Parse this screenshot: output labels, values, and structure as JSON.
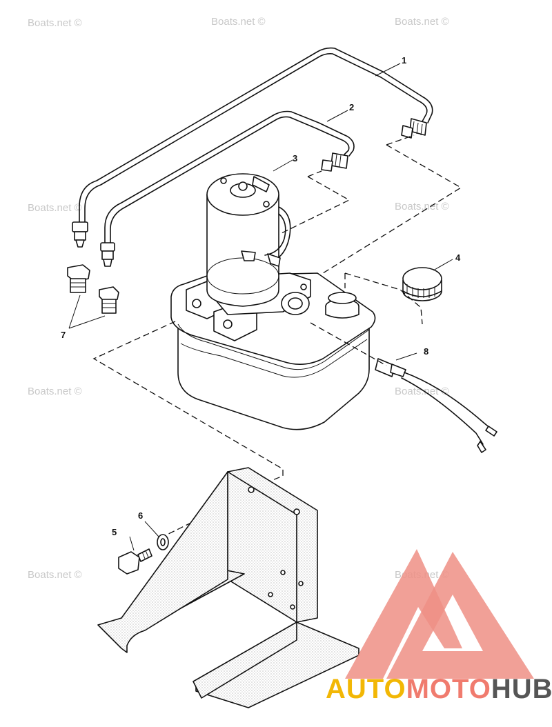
{
  "watermark": {
    "text": "Boats.net ©"
  },
  "callouts": [
    "1",
    "2",
    "3",
    "4",
    "5",
    "6",
    "7",
    "8"
  ],
  "logo": {
    "parts": [
      "AUTO",
      "MOTO",
      "HUB"
    ],
    "colors": {
      "auto": "#f2b705",
      "moto": "#f07b6e",
      "hub": "#555555",
      "mark": "#ef8f85"
    }
  }
}
